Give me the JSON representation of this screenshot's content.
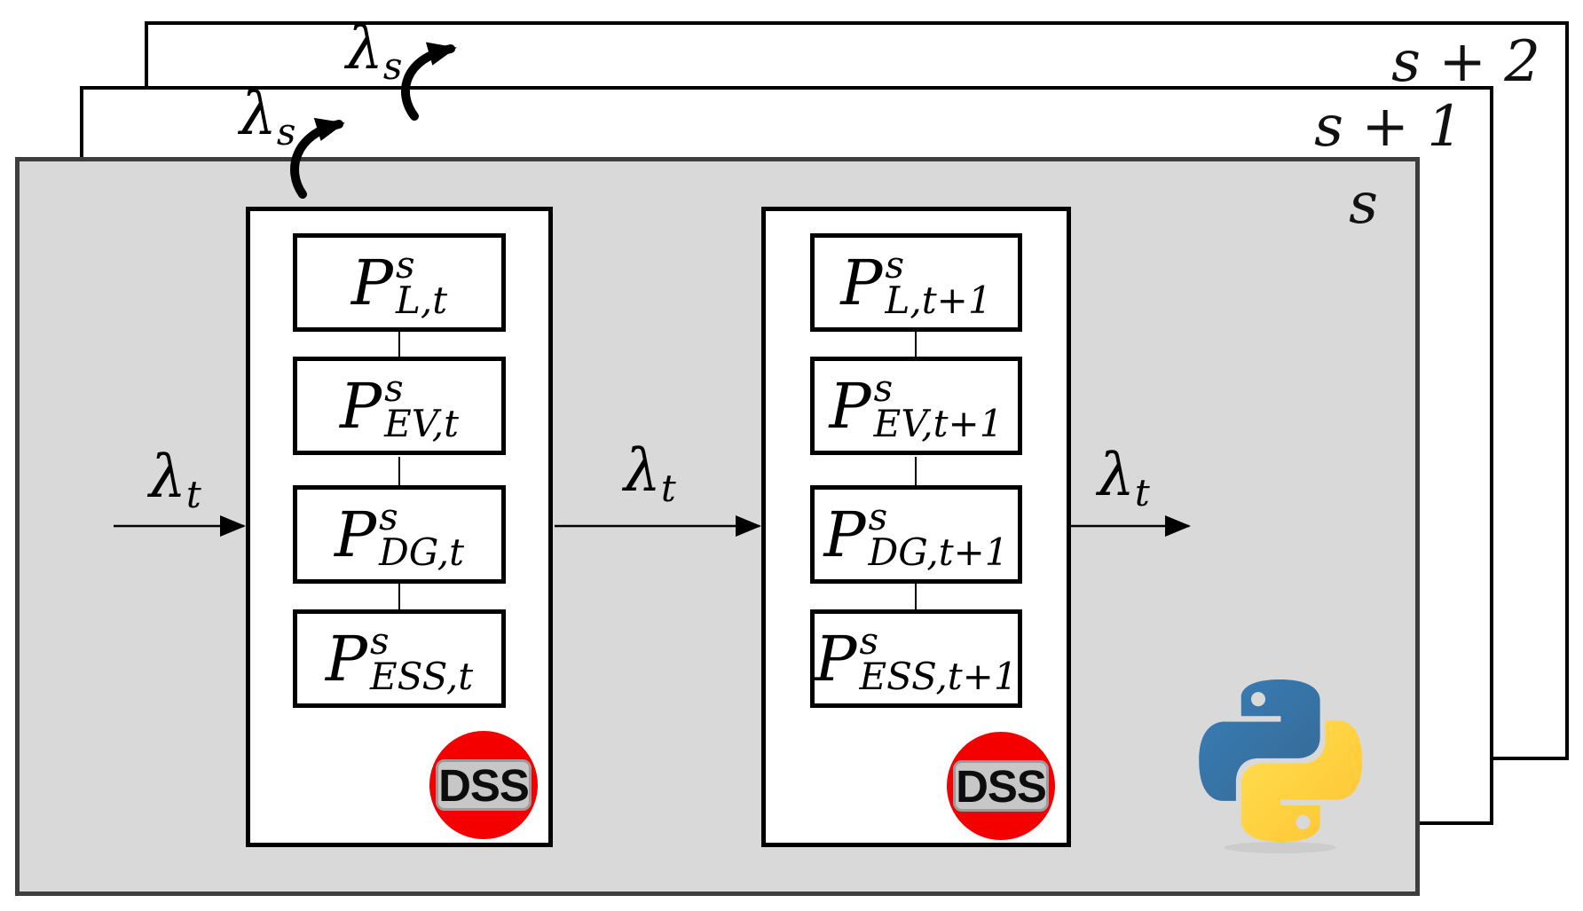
{
  "panels": [
    {
      "label": "s + 2"
    },
    {
      "label": "s + 1"
    },
    {
      "label": "s"
    }
  ],
  "transitions": {
    "scenario": {
      "symbol": "λ",
      "subscript": "s"
    },
    "time": {
      "symbol": "λ",
      "subscript": "t"
    }
  },
  "modules": {
    "left": {
      "badge": "DSS",
      "boxes": [
        {
          "base": "P",
          "sup": "s",
          "sub": "L,t"
        },
        {
          "base": "P",
          "sup": "s",
          "sub": "EV,t"
        },
        {
          "base": "P",
          "sup": "s",
          "sub": "DG,t"
        },
        {
          "base": "P",
          "sup": "s",
          "sub": "ESS,t"
        }
      ]
    },
    "right": {
      "badge": "DSS",
      "boxes": [
        {
          "base": "P",
          "sup": "s",
          "sub": "L,t+1"
        },
        {
          "base": "P",
          "sup": "s",
          "sub": "EV,t+1"
        },
        {
          "base": "P",
          "sup": "s",
          "sub": "DG,t+1"
        },
        {
          "base": "P",
          "sup": "s",
          "sub": "ESS,t+1"
        }
      ]
    }
  },
  "icons": {
    "python": "python-logo",
    "dss": "dss-circle-badge",
    "curved": "curved-rotation-arrow",
    "straight": "right-arrow"
  },
  "colors": {
    "panel_gray": "#d9d9d9",
    "panel_border": "#3d3d3d",
    "dss_red": "#f40000",
    "dss_plate": "#c7c7c7",
    "python_blue_1": "#387EB8",
    "python_blue_2": "#366994",
    "python_yellow_1": "#FFE052",
    "python_yellow_2": "#FFC331"
  }
}
